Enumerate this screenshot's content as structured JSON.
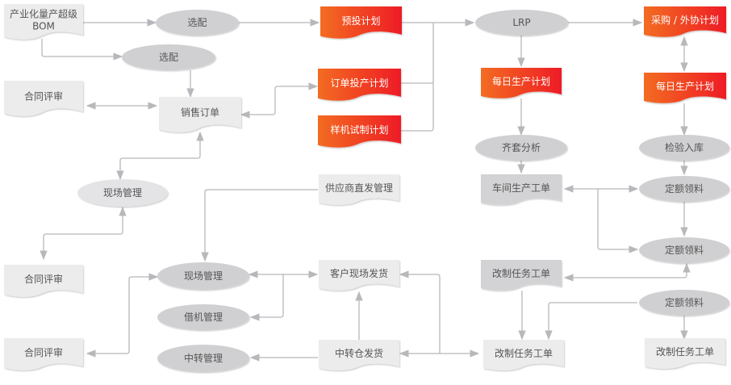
{
  "colors": {
    "doc_light": "#ececed",
    "doc_dark": "#d3d3d5",
    "ellipse_light": "#e4e4e6",
    "ellipse_dark": "#d0d0d2",
    "plan_start": "#f36c23",
    "plan_end": "#ee1c25",
    "connector": "#b8b8bc",
    "text": "#555555",
    "text_on_plan": "#ffffff"
  },
  "nodes": {
    "bom": {
      "label_line1": "产业化量产超级",
      "label_line2": "BOM"
    },
    "select_top": {
      "label": "选配"
    },
    "select_mid": {
      "label": "选配"
    },
    "contract_review_1": {
      "label": "合同评审"
    },
    "sales_order": {
      "label": "销售订单"
    },
    "site_mgmt_left": {
      "label": "现场管理"
    },
    "contract_review_2": {
      "label": "合同评审"
    },
    "contract_review_3": {
      "label": "合同评审"
    },
    "preinvest_plan": {
      "label": "预投计划"
    },
    "order_plan": {
      "label": "订单投产计划"
    },
    "prototype_plan": {
      "label": "样机试制计划"
    },
    "supplier_direct": {
      "label": "供应商直发管理"
    },
    "site_mgmt_mid": {
      "label": "现场管理"
    },
    "loan_mgmt": {
      "label": "借机管理"
    },
    "transfer_mgmt": {
      "label": "中转管理"
    },
    "customer_ship": {
      "label": "客户现场发货"
    },
    "transfer_ship": {
      "label": "中转仓发货"
    },
    "lrp": {
      "label": "LRP"
    },
    "daily_plan_1": {
      "label": "每日生产计划"
    },
    "kit_analysis": {
      "label": "齐套分析"
    },
    "workshop_order": {
      "label": "车间生产工单"
    },
    "rework_order_1": {
      "label": "改制任务工单"
    },
    "rework_order_2": {
      "label": "改制任务工单"
    },
    "purchase_plan": {
      "label": "采购 / 外协计划"
    },
    "daily_plan_2": {
      "label": "每日生产计划"
    },
    "inspection": {
      "label": "检验入库"
    },
    "quota_1": {
      "label": "定额领料"
    },
    "quota_2": {
      "label": "定额领料"
    },
    "quota_3": {
      "label": "定额领料"
    },
    "rework_order_3": {
      "label": "改制任务工单"
    }
  }
}
